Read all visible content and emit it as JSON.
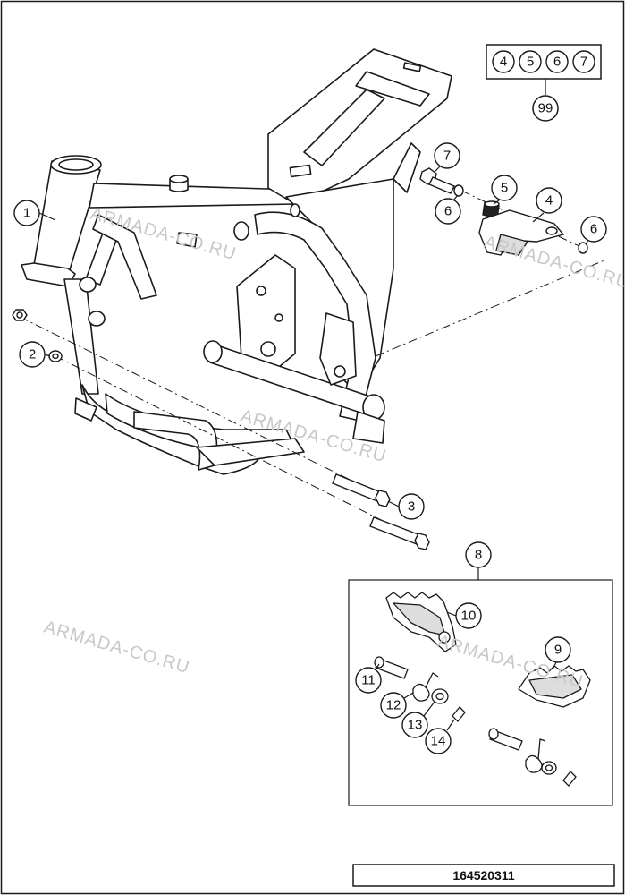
{
  "watermark": {
    "text": "ARMADA-CO.RU"
  },
  "kit_box": {
    "items": [
      "4",
      "5",
      "6",
      "7"
    ],
    "kit_number": "99"
  },
  "callouts": [
    {
      "id": "c1",
      "label": "1"
    },
    {
      "id": "c2",
      "label": "2"
    },
    {
      "id": "c3",
      "label": "3"
    },
    {
      "id": "c4",
      "label": "4"
    },
    {
      "id": "c5",
      "label": "5"
    },
    {
      "id": "c6a",
      "label": "6"
    },
    {
      "id": "c6b",
      "label": "6"
    },
    {
      "id": "c7",
      "label": "7"
    },
    {
      "id": "c8",
      "label": "8"
    },
    {
      "id": "c9",
      "label": "9"
    },
    {
      "id": "c10",
      "label": "10"
    },
    {
      "id": "c11",
      "label": "11"
    },
    {
      "id": "c12",
      "label": "12"
    },
    {
      "id": "c13",
      "label": "13"
    },
    {
      "id": "c14",
      "label": "14"
    }
  ],
  "part_number": "164520311",
  "colors": {
    "line": "#1a1a1a",
    "watermark": "#c8c8c8",
    "background": "#ffffff"
  }
}
